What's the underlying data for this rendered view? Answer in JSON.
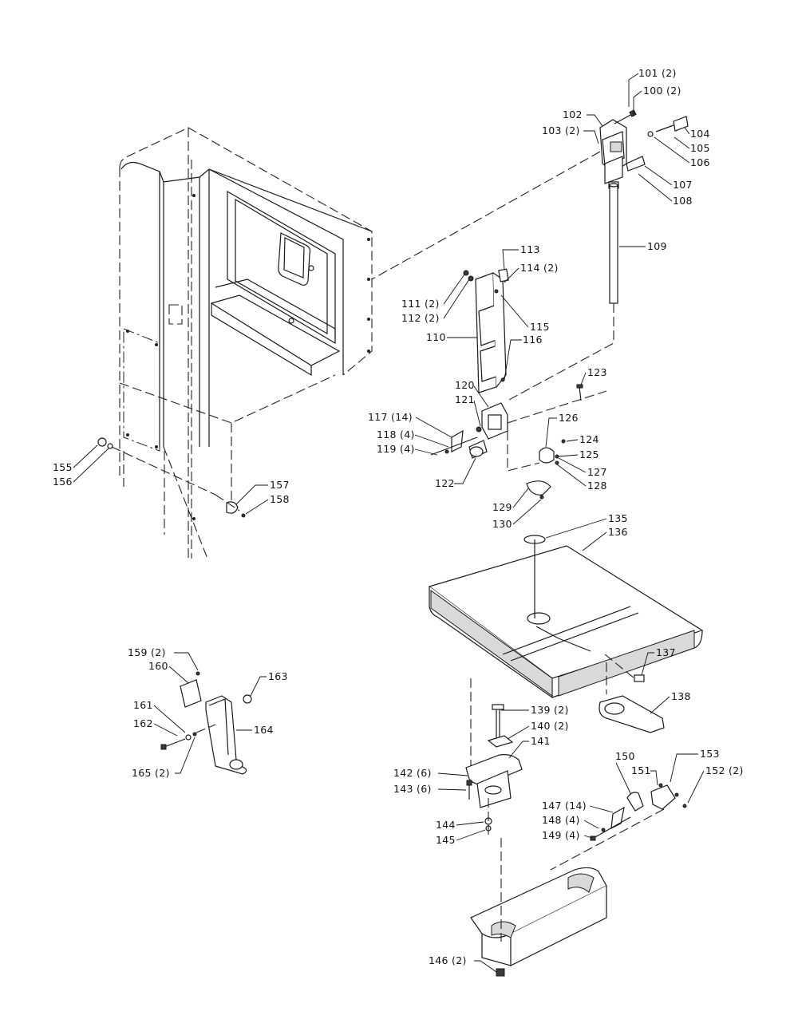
{
  "labels": {
    "l101": "101 (2)",
    "l100": "100 (2)",
    "l102": "102",
    "l103": "103 (2)",
    "l104": "104",
    "l105": "105",
    "l106": "106",
    "l107": "107",
    "l108": "108",
    "l109": "109",
    "l113": "113",
    "l114": "114 (2)",
    "l111": "111 (2)",
    "l112": "112 (2)",
    "l115": "115",
    "l110": "110",
    "l116": "116",
    "l123": "123",
    "l120": "120",
    "l121": "121",
    "l126": "126",
    "l117": "117 (14)",
    "l118": "118 (4)",
    "l119": "119 (4)",
    "l124": "124",
    "l125": "125",
    "l127": "127",
    "l128": "128",
    "l122": "122",
    "l129": "129",
    "l130": "130",
    "l135": "135",
    "l136": "136",
    "l155": "155",
    "l156": "156",
    "l157": "157",
    "l158": "158",
    "l159": "159 (2)",
    "l160": "160",
    "l163": "163",
    "l161": "161",
    "l162": "162",
    "l164": "164",
    "l165": "165 (2)",
    "l137": "137",
    "l138": "138",
    "l139": "139 (2)",
    "l140": "140 (2)",
    "l141": "141",
    "l142": "142 (6)",
    "l143": "143 (6)",
    "l150": "150",
    "l153": "153",
    "l151": "151",
    "l152": "152 (2)",
    "l147": "147 (14)",
    "l148": "148 (4)",
    "l149": "149 (4)",
    "l144": "144",
    "l145": "145",
    "l146": "146 (2)"
  }
}
